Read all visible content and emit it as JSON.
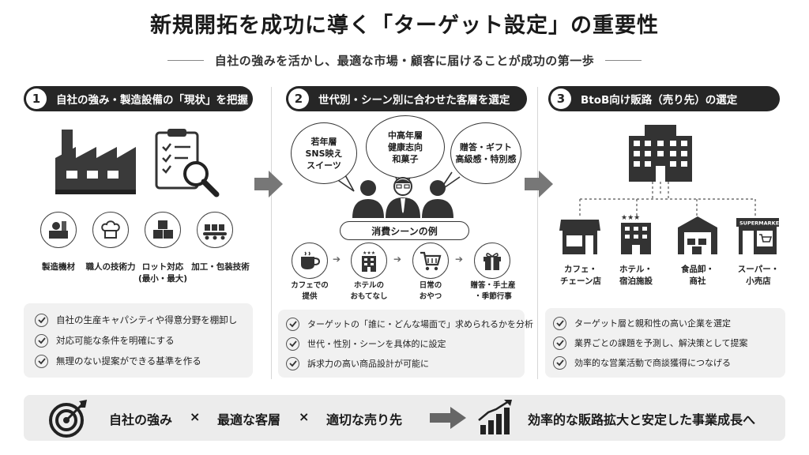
{
  "title": "新規開拓を成功に導く「ターゲット設定」の重要性",
  "subtitle": "自社の強みを活かし、最適な市場・顧客に届けることが成功の第一歩",
  "sections": [
    {
      "num": "1",
      "heading": "自社の強み・製造設備の「現状」を把握",
      "icons": [
        {
          "label": "製造機材",
          "icon": "machine-icon"
        },
        {
          "label": "職人の技術力",
          "icon": "chef-hat-icon"
        },
        {
          "label": "ロット対応",
          "label2": "(最小・最大)",
          "icon": "boxes-icon"
        },
        {
          "label": "加工・包装技術",
          "icon": "conveyor-icon"
        }
      ],
      "checks": [
        "自社の生産キャパシティや得意分野を棚卸し",
        "対応可能な条件を明確にする",
        "無理のない提案ができる基準を作る"
      ]
    },
    {
      "num": "2",
      "heading": "世代別・シーン別に合わせた客層を選定",
      "bubbles": [
        {
          "l1": "若年層",
          "l2": "SNS映え",
          "l3": "スイーツ"
        },
        {
          "l1": "中高年層",
          "l2": "健康志向",
          "l3": "和菓子"
        },
        {
          "l1": "贈答・ギフト",
          "l2": "高級感・特別感",
          "l3": ""
        }
      ],
      "scene_title": "消費シーンの例",
      "scenes": [
        {
          "l1": "カフェでの",
          "l2": "提供",
          "icon": "coffee-icon"
        },
        {
          "l1": "ホテルの",
          "l2": "おもてなし",
          "icon": "hotel-icon"
        },
        {
          "l1": "日常の",
          "l2": "おやつ",
          "icon": "cart-icon"
        },
        {
          "l1": "贈答・手土産",
          "l2": "・季節行事",
          "icon": "gift-icon"
        }
      ],
      "checks": [
        "ターゲットの「誰に・どんな場面で」求められるかを分析",
        "世代・性別・シーンを具体的に設定",
        "訴求力の高い商品設計が可能に"
      ]
    },
    {
      "num": "3",
      "heading": "BtoB向け販路（売り先）の選定",
      "channels": [
        {
          "l1": "カフェ・",
          "l2": "チェーン店",
          "icon": "cafe-shop-icon"
        },
        {
          "l1": "ホテル・",
          "l2": "宿泊施設",
          "icon": "hotel-building-icon"
        },
        {
          "l1": "食品卸・",
          "l2": "商社",
          "icon": "warehouse-icon"
        },
        {
          "l1": "スーパー・",
          "l2": "小売店",
          "icon": "supermarket-icon"
        }
      ],
      "checks": [
        "ターゲット層と親和性の高い企業を選定",
        "業界ごとの課題を予測し、解決策として提案",
        "効率的な営業活動で商談獲得につなげる"
      ]
    }
  ],
  "bottom": {
    "item1": "自社の強み",
    "times": "×",
    "item2": "最適な客層",
    "item3": "適切な売り先",
    "result": "効率的な販路拡大と安定した事業成長へ"
  }
}
